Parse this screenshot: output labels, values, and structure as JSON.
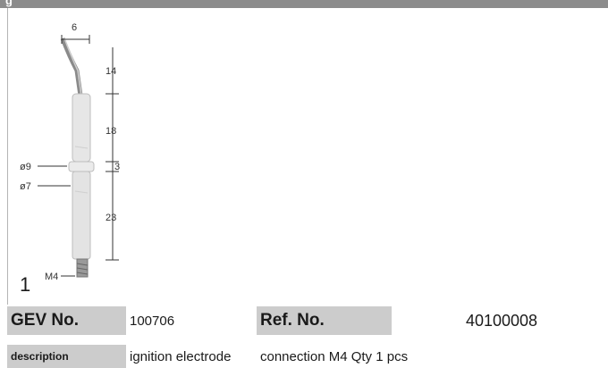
{
  "header": {
    "title": "g"
  },
  "figure": {
    "number": "1",
    "dimensions": {
      "top_width": "6",
      "tip_length": "14",
      "upper_length": "18",
      "collar": "3",
      "lower_length": "23",
      "collar_dia": "ø9",
      "body_dia": "ø7",
      "thread": "M4"
    }
  },
  "table": {
    "gev_label": "GEV No.",
    "gev_value": "100706",
    "ref_label": "Ref. No.",
    "ref_value": "40100008",
    "desc_label": "description",
    "desc_value": "ignition electrode",
    "desc_detail": "connection M4 Qty 1 pcs"
  },
  "colors": {
    "header_bg": "#8c8c8c",
    "label_bg": "#cccccc",
    "electrode": "#e6e6e6"
  }
}
